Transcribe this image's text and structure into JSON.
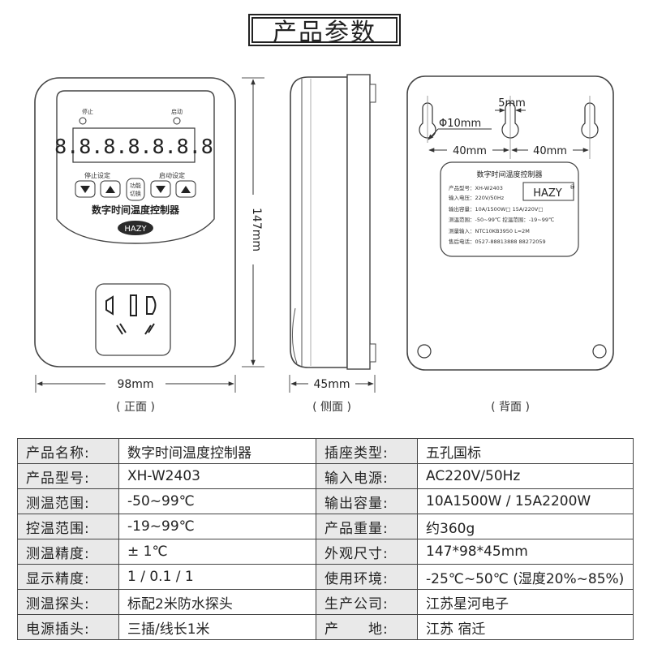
{
  "header": {
    "title": "产品参数"
  },
  "front": {
    "stop_indicator": "停止",
    "start_indicator": "启动",
    "display": "8.8.8.8.8.8.8",
    "stop_setting": "停止设定",
    "start_setting": "启动设定",
    "func_switch_top": "功能",
    "func_switch_bottom": "切换",
    "product_name": "数字时间温度控制器",
    "brand": "HAZY",
    "height_dim": "147mm",
    "width_dim": "98mm",
    "caption": "( 正面 )"
  },
  "side": {
    "depth_dim": "45mm",
    "caption": "( 侧面 )"
  },
  "back": {
    "hole_dia": "Φ10mm",
    "slot_width": "5mm",
    "spacing_left": "40mm",
    "spacing_right": "40mm",
    "label_title": "数字时间温度控制器",
    "brand": "HAZY",
    "label_lines": [
      "产品型号：XH-W2403",
      "输入电压：220V/50Hz",
      "输出容量：10A/1500W□  15A/220V□",
      "测温范围：-50~99℃  控温范围：-19~99℃",
      "测量输入：NTC10KB3950 L=2M",
      "售后电话：0527-88813888  88272059"
    ],
    "caption": "( 背面 )"
  },
  "specs": [
    {
      "k1": "产品名称:",
      "v1": "数字时间温度控制器",
      "k2": "插座类型:",
      "v2": "五孔国标"
    },
    {
      "k1": "产品型号:",
      "v1": "XH-W2403",
      "k2": "输入电源:",
      "v2": "AC220V/50Hz"
    },
    {
      "k1": "测温范围:",
      "v1": "-50~99℃",
      "k2": "输出容量:",
      "v2": "10A1500W / 15A2200W"
    },
    {
      "k1": "控温范围:",
      "v1": "-19~99℃",
      "k2": "产品重量:",
      "v2": "约360g"
    },
    {
      "k1": "测温精度:",
      "v1": "± 1℃",
      "k2": "外观尺寸:",
      "v2": "147*98*45mm"
    },
    {
      "k1": "显示精度:",
      "v1": "1 / 0.1 / 1",
      "k2": "使用环境:",
      "v2": "-25℃~50℃ (湿度20%~85%)"
    },
    {
      "k1": "测温探头:",
      "v1": "标配2米防水探头",
      "k2": "生产公司:",
      "v2": "江苏星河电子"
    },
    {
      "k1": "电源插头:",
      "v1": "三插/线长1米",
      "k2": "产　　地:",
      "v2": "江苏 宿迁"
    }
  ]
}
